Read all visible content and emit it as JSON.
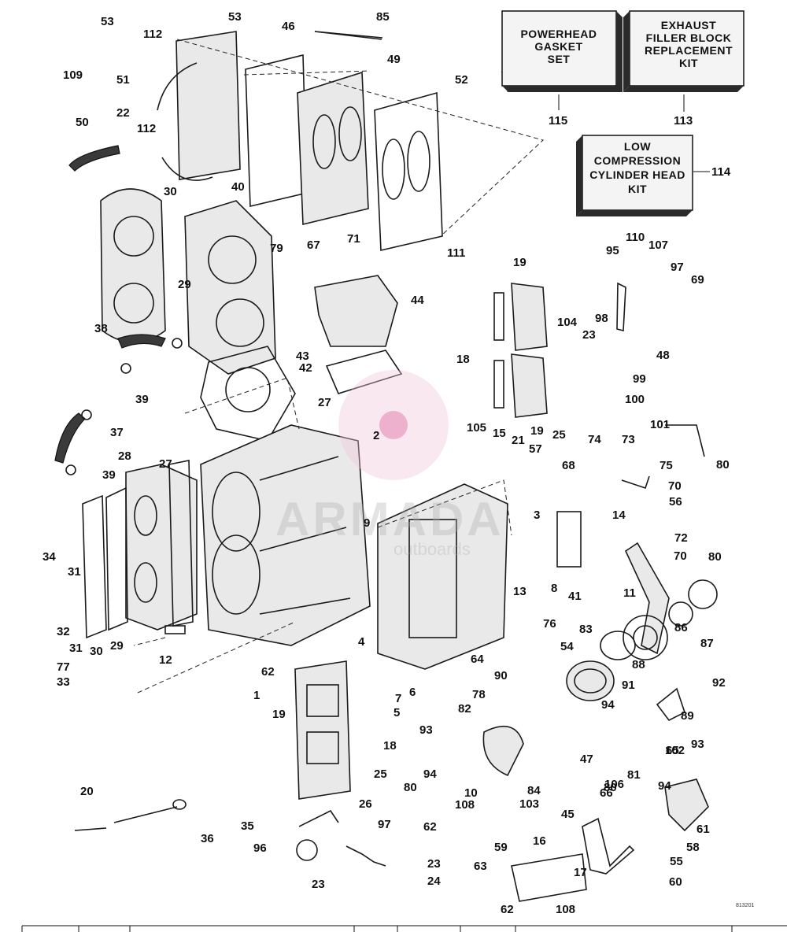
{
  "kit_boxes": [
    {
      "id": "powerhead-gasket-set",
      "lines": [
        "POWERHEAD",
        "GASKET",
        "SET"
      ],
      "ref": "115"
    },
    {
      "id": "exhaust-filler-block-kit",
      "lines": [
        "EXHAUST",
        "FILLER BLOCK",
        "REPLACEMENT",
        "KIT"
      ],
      "ref": "113"
    },
    {
      "id": "low-compression-head-kit",
      "lines": [
        "LOW",
        "COMPRESSION",
        "CYLINDER HEAD",
        "KIT"
      ],
      "ref": "114"
    }
  ],
  "watermark": {
    "brand": "ARMADA",
    "sub": "outboards"
  },
  "drawing_code": "813201",
  "callouts": [
    "53",
    "53",
    "112",
    "109",
    "51",
    "112",
    "22",
    "50",
    "46",
    "85",
    "49",
    "52",
    "30",
    "40",
    "79",
    "29",
    "67",
    "71",
    "111",
    "44",
    "38",
    "43",
    "42",
    "39",
    "27",
    "37",
    "39",
    "28",
    "27",
    "34",
    "31",
    "32",
    "31",
    "30",
    "29",
    "12",
    "77",
    "33",
    "19",
    "18",
    "104",
    "98",
    "23",
    "110",
    "107",
    "95",
    "97",
    "69",
    "48",
    "99",
    "100",
    "105",
    "15",
    "21",
    "57",
    "25",
    "19",
    "101",
    "74",
    "73",
    "75",
    "80",
    "70",
    "56",
    "68",
    "14",
    "72",
    "70",
    "80",
    "3",
    "8",
    "41",
    "13",
    "11",
    "83",
    "86",
    "87",
    "76",
    "64",
    "54",
    "88",
    "92",
    "91",
    "90",
    "94",
    "89",
    "78",
    "82",
    "65",
    "93",
    "94",
    "80",
    "10",
    "84",
    "108",
    "103",
    "62",
    "102",
    "93",
    "47",
    "80",
    "81",
    "94",
    "106",
    "66",
    "61",
    "45",
    "58",
    "55",
    "16",
    "60",
    "17",
    "59",
    "63",
    "62",
    "108",
    "62",
    "4",
    "5",
    "6",
    "7",
    "9",
    "2",
    "1",
    "19",
    "18",
    "25",
    "20",
    "36",
    "35",
    "26",
    "96",
    "97",
    "23",
    "24",
    "23",
    "48"
  ]
}
